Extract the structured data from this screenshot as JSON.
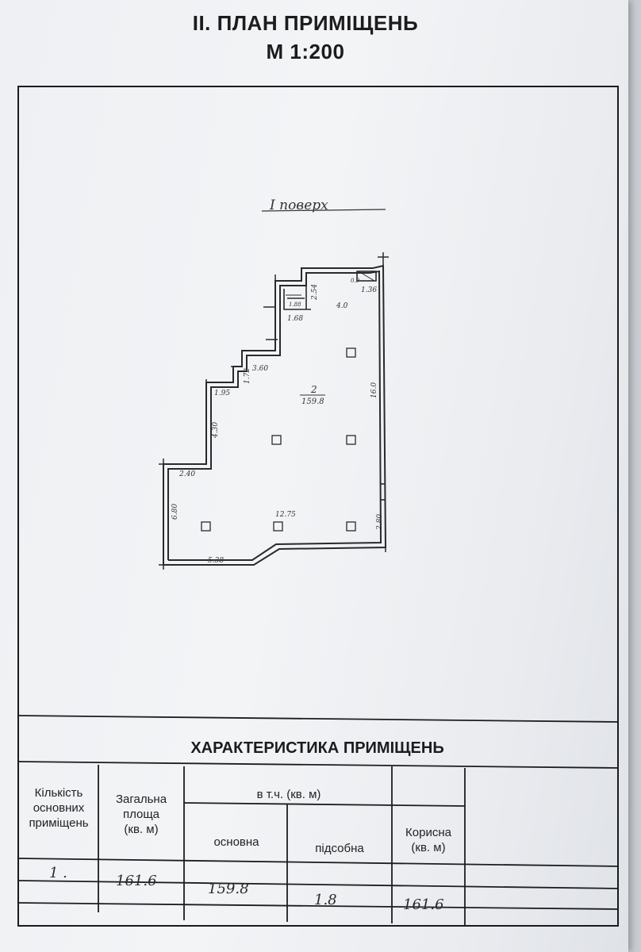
{
  "header": {
    "title_line1": "II. ПЛАН ПРИМІЩЕНЬ",
    "title_line2": "М 1:200"
  },
  "plan": {
    "floor_label": "І поверх",
    "room_number": "2",
    "room_area": "159.8",
    "dimensions": {
      "d_2_54": "2.54",
      "d_1_36": "1.36",
      "d_4_0": "4.0",
      "d_1_68": "1.68",
      "d_1_88": "1.88",
      "d_0_9": "0.9",
      "d_3_60": "3.60",
      "d_1_72": "1.72",
      "d_1_95": "1.95",
      "d_16_0": "16.0",
      "d_4_30": "4.30",
      "d_2_40": "2.40",
      "d_6_80": "6.80",
      "d_12_75": "12.75",
      "d_2_80": "2.80",
      "d_5_38": "5.38"
    }
  },
  "characteristics": {
    "title": "ХАРАКТЕРИСТИКА ПРИМІЩЕНЬ",
    "headers": {
      "count_l1": "Кількість",
      "count_l2": "основних",
      "count_l3": "приміщень",
      "total_l1": "Загальна",
      "total_l2": "площа",
      "total_l3": "(кв. м)",
      "incl": "в т.ч. (кв. м)",
      "main": "основна",
      "aux": "підсобна",
      "useful_l1": "Корисна",
      "useful_l2": "(кв. м)"
    },
    "row": {
      "count": "1 .",
      "total": "161.6",
      "main": "159.8",
      "aux": "1.8",
      "useful": "161.6"
    }
  }
}
